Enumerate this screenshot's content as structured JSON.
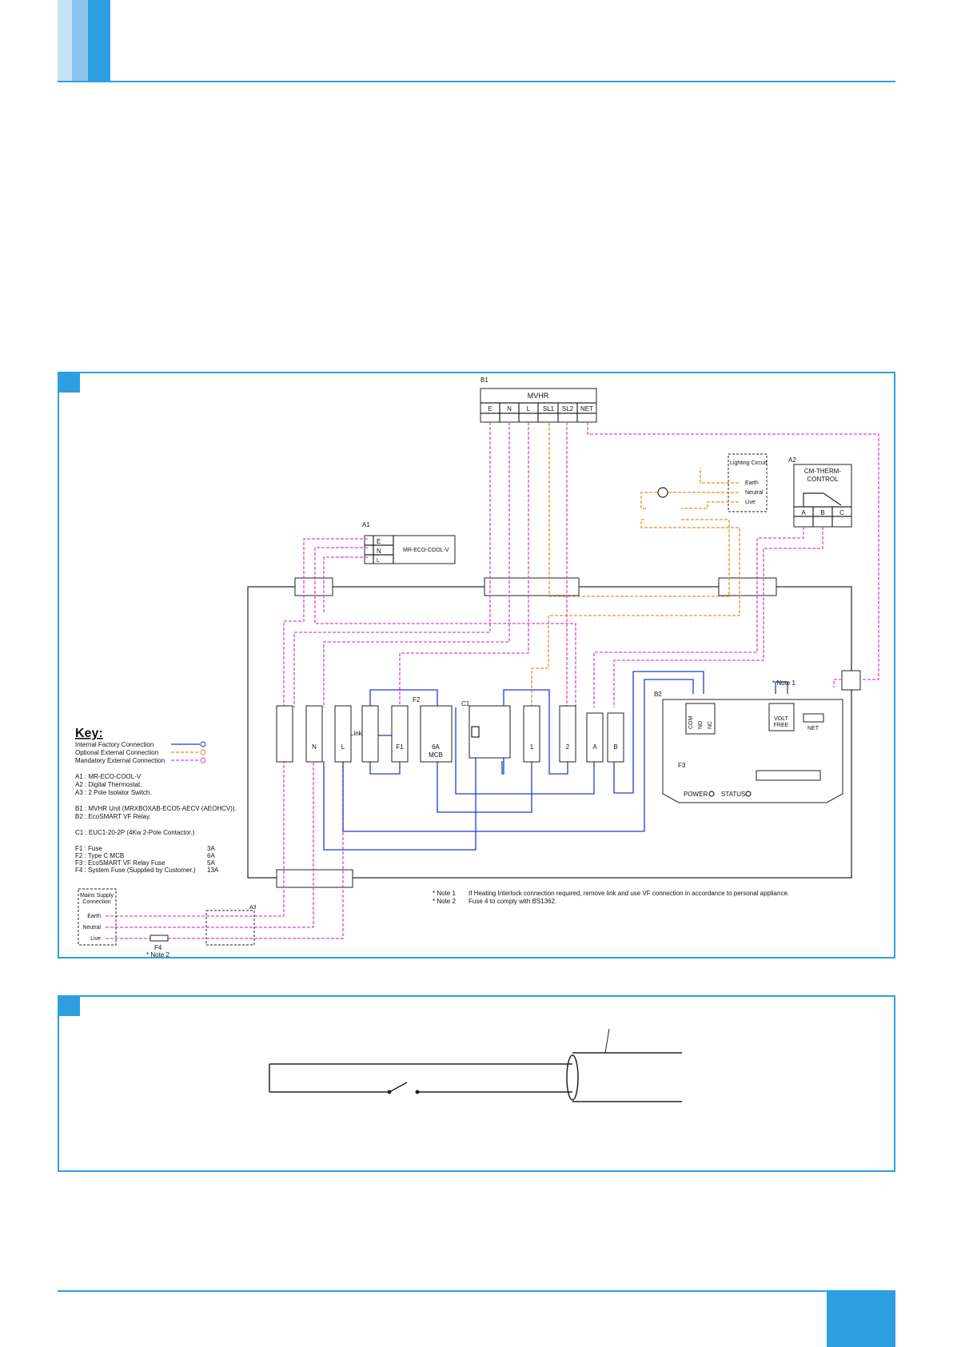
{
  "colors": {
    "accent": "#2d9fe0",
    "accent_light": "#a8d3f1",
    "accent_mid": "#69b6e8",
    "internal": "#1f3bd6",
    "optional": "#f28c1d",
    "mandatory": "#e040e0",
    "line": "#222222"
  },
  "diagram": {
    "b1": {
      "ref": "B1",
      "title": "MVHR",
      "terminals": [
        "E",
        "N",
        "L",
        "SL1",
        "SL2",
        "NET"
      ]
    },
    "a1": {
      "ref": "A1",
      "terminals": [
        "E",
        "N",
        "L"
      ],
      "name": "MR-ECO-COOL-V"
    },
    "a2": {
      "ref": "A2",
      "title_line1": "CM-THERM-",
      "title_line2": "CONTROL",
      "terminals": [
        "A",
        "B",
        "C"
      ]
    },
    "lighting": {
      "title": "Lighting Circuit",
      "earth": "Earth",
      "neutral": "Neutral",
      "live": "Live"
    },
    "terminal_labels": [
      "N",
      "L",
      "F1",
      "1",
      "2",
      "A",
      "B"
    ],
    "link": "Link",
    "f2": {
      "ref": "F2",
      "line1": "6A",
      "line2": "MCB"
    },
    "c1": {
      "ref": "C1"
    },
    "b2": {
      "ref": "B2",
      "volt1": "VOLT",
      "volt2": "FREE",
      "net": "NET",
      "power": "POWER",
      "status": "STATUS",
      "f3": "F3",
      "relay": [
        "COM",
        "NO",
        "NC"
      ],
      "note1": "* Note 1"
    },
    "key": {
      "title": "Key:",
      "items": [
        {
          "label": "Internal Factory Connection"
        },
        {
          "label": "Optional External Connection"
        },
        {
          "label": "Mandatory External Connection"
        }
      ],
      "list_a": [
        "A1 : MR-ECO-COOL-V",
        "A2 : Digital Thermostat.",
        "A3 : 2 Pole Isolator Switch."
      ],
      "list_b": [
        "B1 : MVHR Unit (MRXBOXAB-ECO5-AECV (AEOHCV)).",
        "B2 : EcoSMART VF Relay."
      ],
      "list_c": [
        "C1 : EUC1-20-2P (4Kw 2-Pole Contactor.)"
      ],
      "fuses": [
        {
          "label": "F1 : Fuse",
          "value": "3A"
        },
        {
          "label": "F2 : Type C MCB",
          "value": "6A"
        },
        {
          "label": "F3 : EcoSMART VF Relay Fuse",
          "value": "5A"
        },
        {
          "label": "F4 : System Fuse (Supplied by Customer.)",
          "value": "13A"
        }
      ]
    },
    "mains": {
      "title1": "Mains Supply",
      "title2": "Connection",
      "earth": "Earth",
      "neutral": "Neutral",
      "live": "Live"
    },
    "f4": {
      "ref": "F4",
      "note": "* Note 2"
    },
    "a3": {
      "ref": "A3"
    },
    "notes": [
      {
        "tag": "* Note 1",
        "text": "If Heating Interlock connection required, remove link and use VF connection in accordance to personal appliance."
      },
      {
        "tag": "* Note 2",
        "text": "Fuse 4 to comply with BS1362."
      }
    ]
  }
}
